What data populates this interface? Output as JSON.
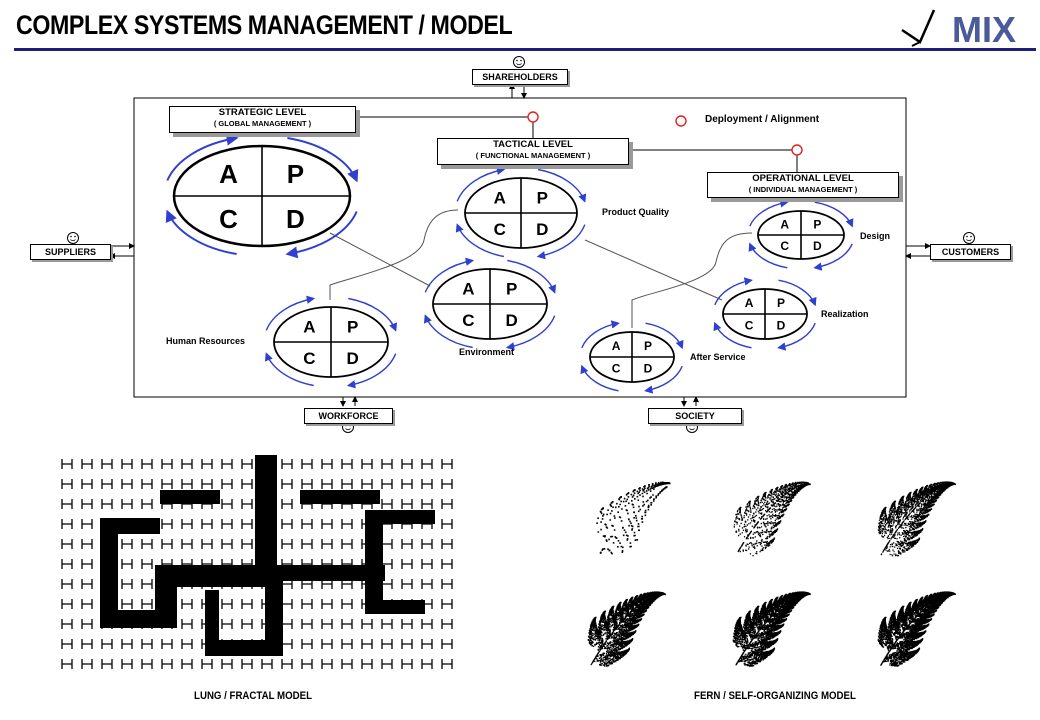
{
  "title": "COMPLEX SYSTEMS MANAGEMENT / MODEL",
  "logo_text": "MIX",
  "colors": {
    "title_rule": "#1f1f7a",
    "logo": "#4a5a9a",
    "rotation_arrows": "#2f3fd0",
    "deployment_node": "#e0231f"
  },
  "levels": {
    "strategic": {
      "label": "STRATEGIC LEVEL",
      "sub": "( GLOBAL MANAGEMENT )"
    },
    "tactical": {
      "label": "TACTICAL LEVEL",
      "sub": "( FUNCTIONAL MANAGEMENT )"
    },
    "operational": {
      "label": "OPERATIONAL LEVEL",
      "sub": "( INDIVIDUAL MANAGEMENT )"
    }
  },
  "legend": "Deployment / Alignment",
  "stakeholders": {
    "shareholders": "SHAREHOLDERS",
    "suppliers": "SUPPLIERS",
    "customers": "CUSTOMERS",
    "workforce": "WORKFORCE",
    "society": "SOCIETY"
  },
  "pdca": {
    "a": "A",
    "p": "P",
    "c": "C",
    "d": "D"
  },
  "circle_labels": {
    "product_quality": "Product Quality",
    "design": "Design",
    "human_resources": "Human Resources",
    "environment": "Environment",
    "realization": "Realization",
    "after_service": "After Service"
  },
  "captions": {
    "lung": "LUNG / FRACTAL MODEL",
    "fern": "FERN / SELF-ORGANIZING MODEL"
  }
}
